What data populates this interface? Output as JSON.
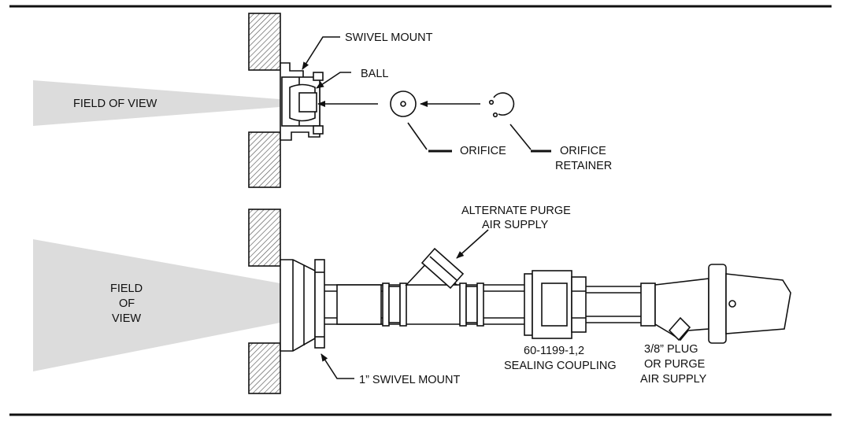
{
  "labels": {
    "swivel_mount": "SWIVEL MOUNT",
    "ball": "BALL",
    "field_of_view_top": "FIELD OF VIEW",
    "orifice": "ORIFICE",
    "orifice_retainer_1": "ORIFICE",
    "orifice_retainer_2": "RETAINER",
    "alt_purge_1": "ALTERNATE PURGE",
    "alt_purge_2": "AIR SUPPLY",
    "field_1": "FIELD",
    "field_2": "OF",
    "field_3": "VIEW",
    "coupling_1": "60-1199-1,2",
    "coupling_2": "SEALING COUPLING",
    "plug_1": "3/8” PLUG",
    "plug_2": "OR PURGE",
    "plug_3": "AIR SUPPLY",
    "swivel_1in": "1” SWIVEL MOUNT"
  }
}
